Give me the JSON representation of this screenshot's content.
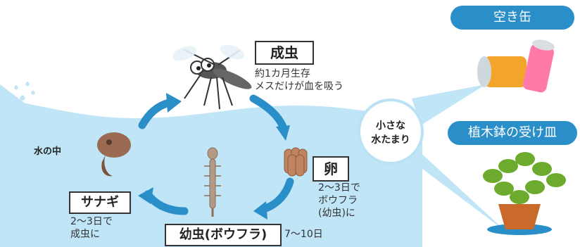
{
  "water_label": "水の中",
  "adult": {
    "title": "成虫",
    "note_line1": "約1カ月生存",
    "note_line2": "メスだけが血を吸う"
  },
  "egg": {
    "title": "卵",
    "note_line1": "2〜3日で",
    "note_line2": "ボウフラ",
    "note_line3": "(幼虫)に"
  },
  "larva": {
    "title": "幼虫(ボウフラ)",
    "duration": "7〜10日"
  },
  "pupa": {
    "title": "サナギ",
    "note_line1": "2〜3日で",
    "note_line2": "成虫に"
  },
  "puddle": {
    "line1": "小さな",
    "line2": "水たまり"
  },
  "examples": {
    "can_label": "空き缶",
    "saucer_label": "植木鉢の受け皿"
  },
  "colors": {
    "water": "#bfe5f7",
    "arrow": "#2a8fc8",
    "pill": "#2a8fc8",
    "bubble_border": "#b9e2f5"
  }
}
